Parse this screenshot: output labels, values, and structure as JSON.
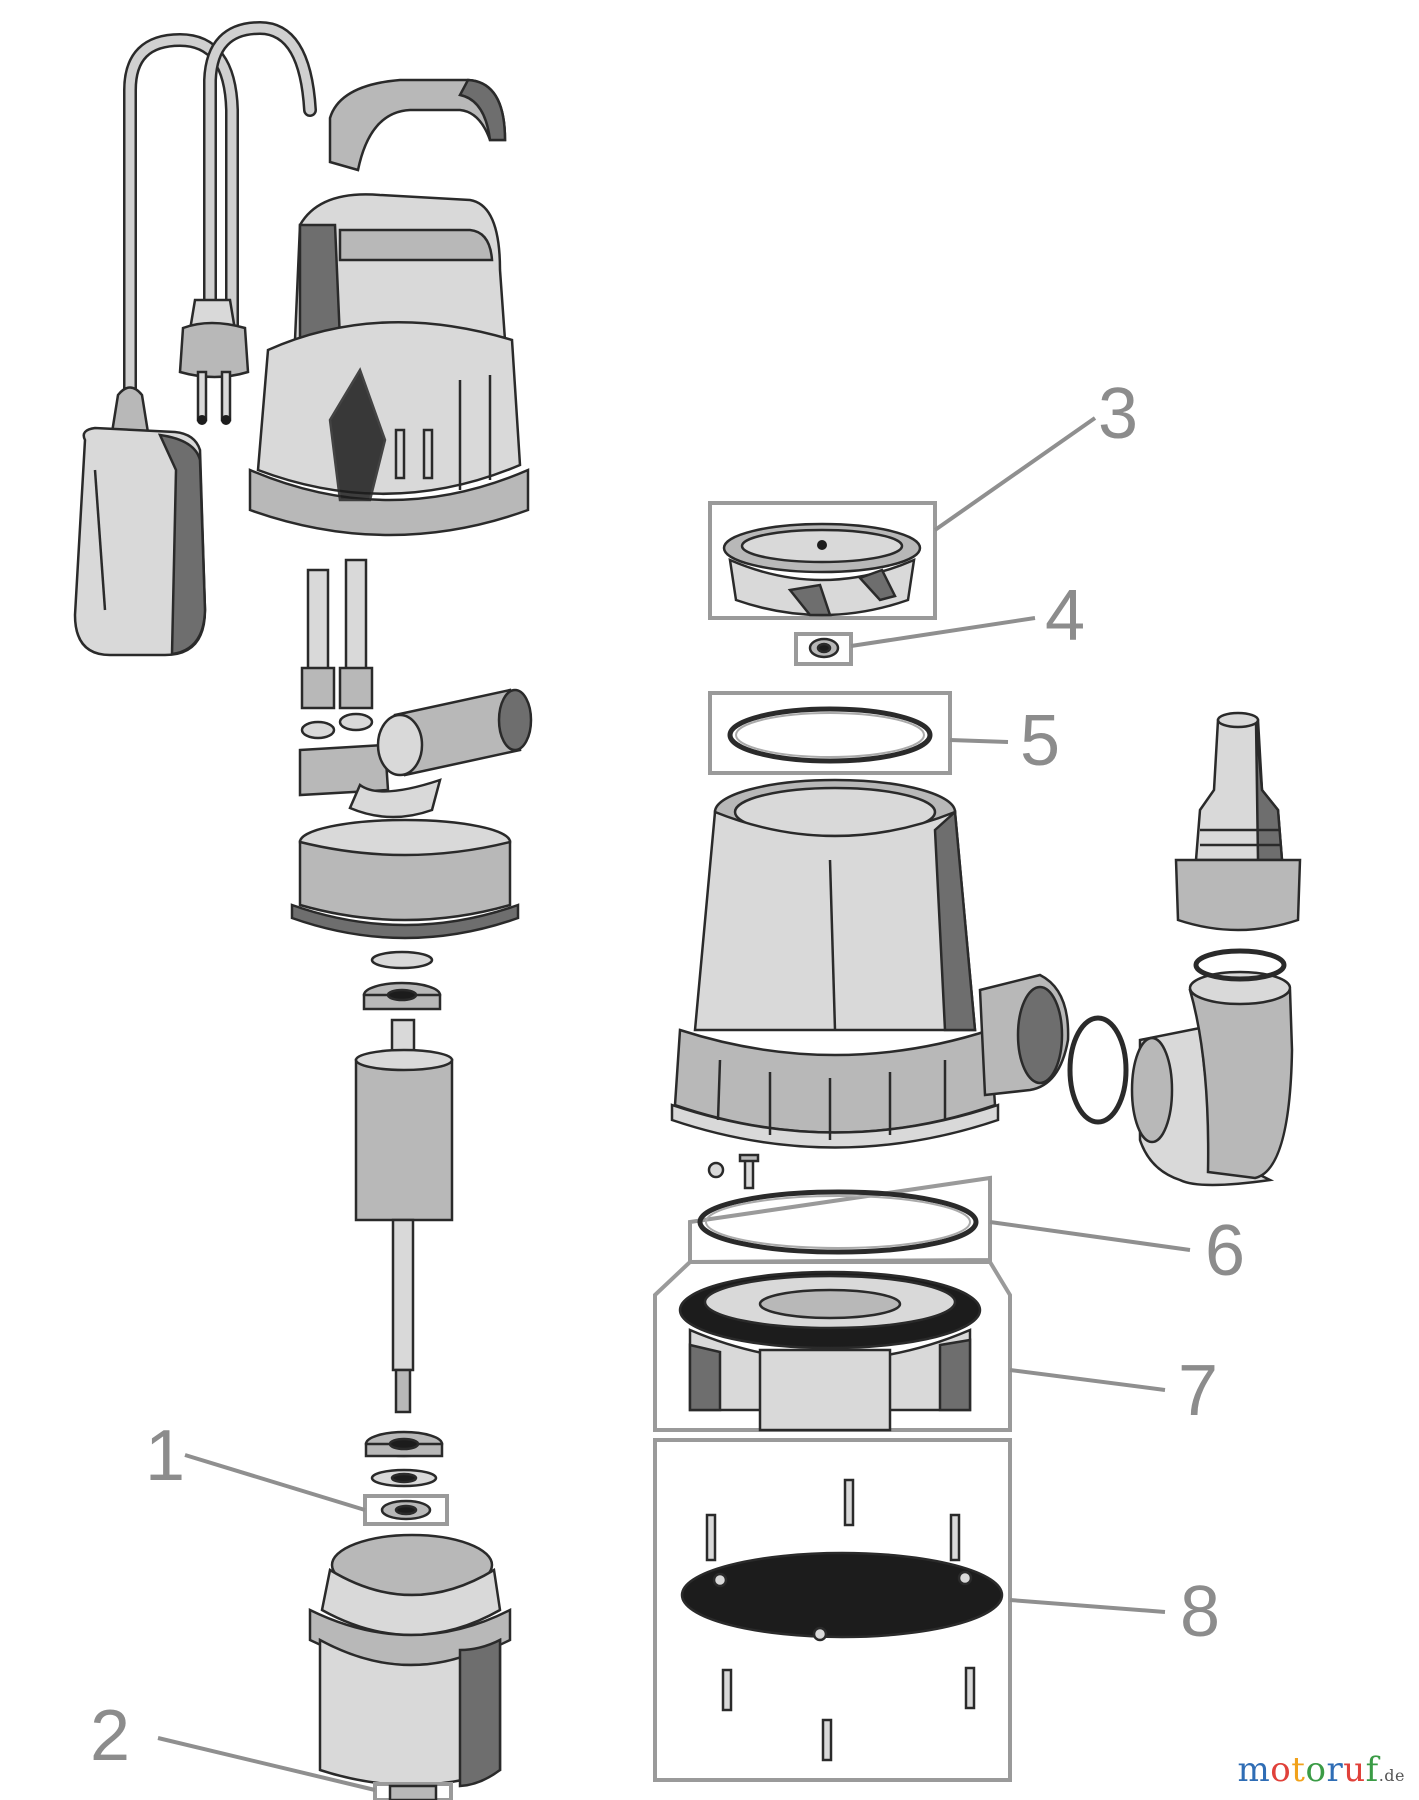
{
  "diagram": {
    "labels": [
      "1",
      "2",
      "3",
      "4",
      "5",
      "6",
      "7",
      "8"
    ]
  },
  "watermark": {
    "name_chars": [
      "m",
      "o",
      "t",
      "o",
      "r",
      "u",
      "f"
    ],
    "tld": ".de",
    "colors": [
      "#2f6db5",
      "#e0413a",
      "#f1a21c",
      "#3a9b45",
      "#2f6db5",
      "#e0413a",
      "#3a9b45"
    ]
  }
}
